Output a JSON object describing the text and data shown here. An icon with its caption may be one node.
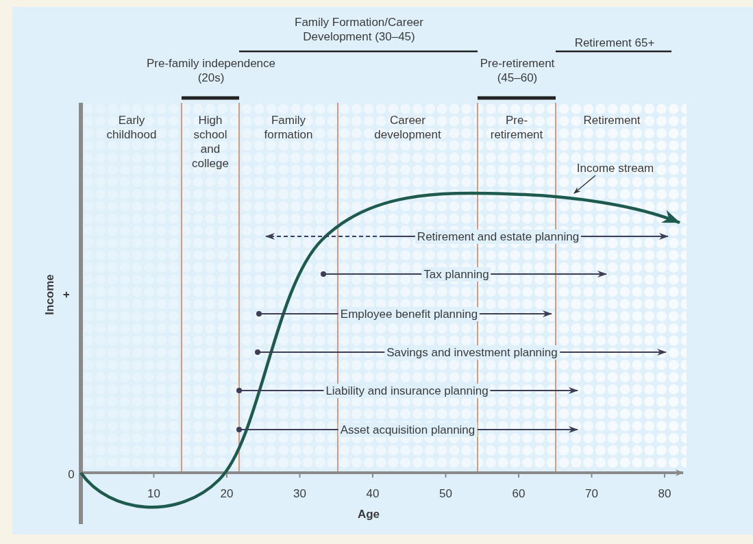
{
  "diagram": {
    "nodes": [
      {
        "text": [
          "Income stream"
        ]
      },
      {
        "text": [],
        "shape": "curve"
      }
    ],
    "edges": [
      {
        "from": 0,
        "to": 1,
        "arrow": "to"
      }
    ],
    "labels": [
      "Family Formation/Career Development (30–45)",
      "Retirement 65+",
      "Pre-family independence (20s)",
      "Pre-retirement (45–60)",
      "Early childhood",
      "High school and college",
      "Family formation",
      "Career development",
      "Pre-retirement",
      "Retirement",
      "Retirement and estate planning",
      "Tax planning",
      "Employee benefit planning",
      "Savings and investment planning",
      "Liability and insurance planning",
      "Asset acquisition planning",
      "Income",
      "+",
      "0",
      "10",
      "20",
      "30",
      "40",
      "50",
      "60",
      "70",
      "80",
      "Age"
    ]
  }
}
